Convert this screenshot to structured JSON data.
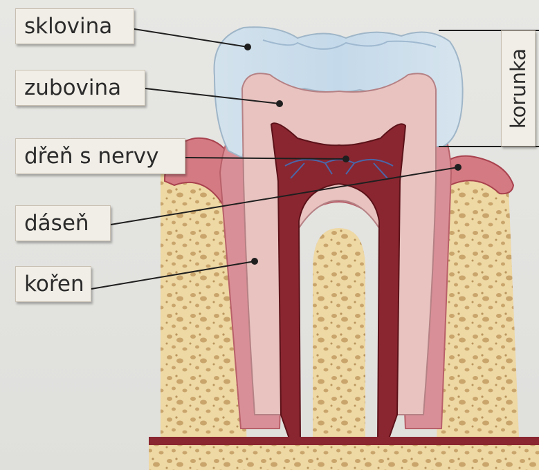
{
  "labels": {
    "enamel": "sklovina",
    "dentin": "zubovina",
    "pulp": "dřeň s nervy",
    "gum": "dáseň",
    "root": "kořen",
    "crown": "korunka"
  }
}
